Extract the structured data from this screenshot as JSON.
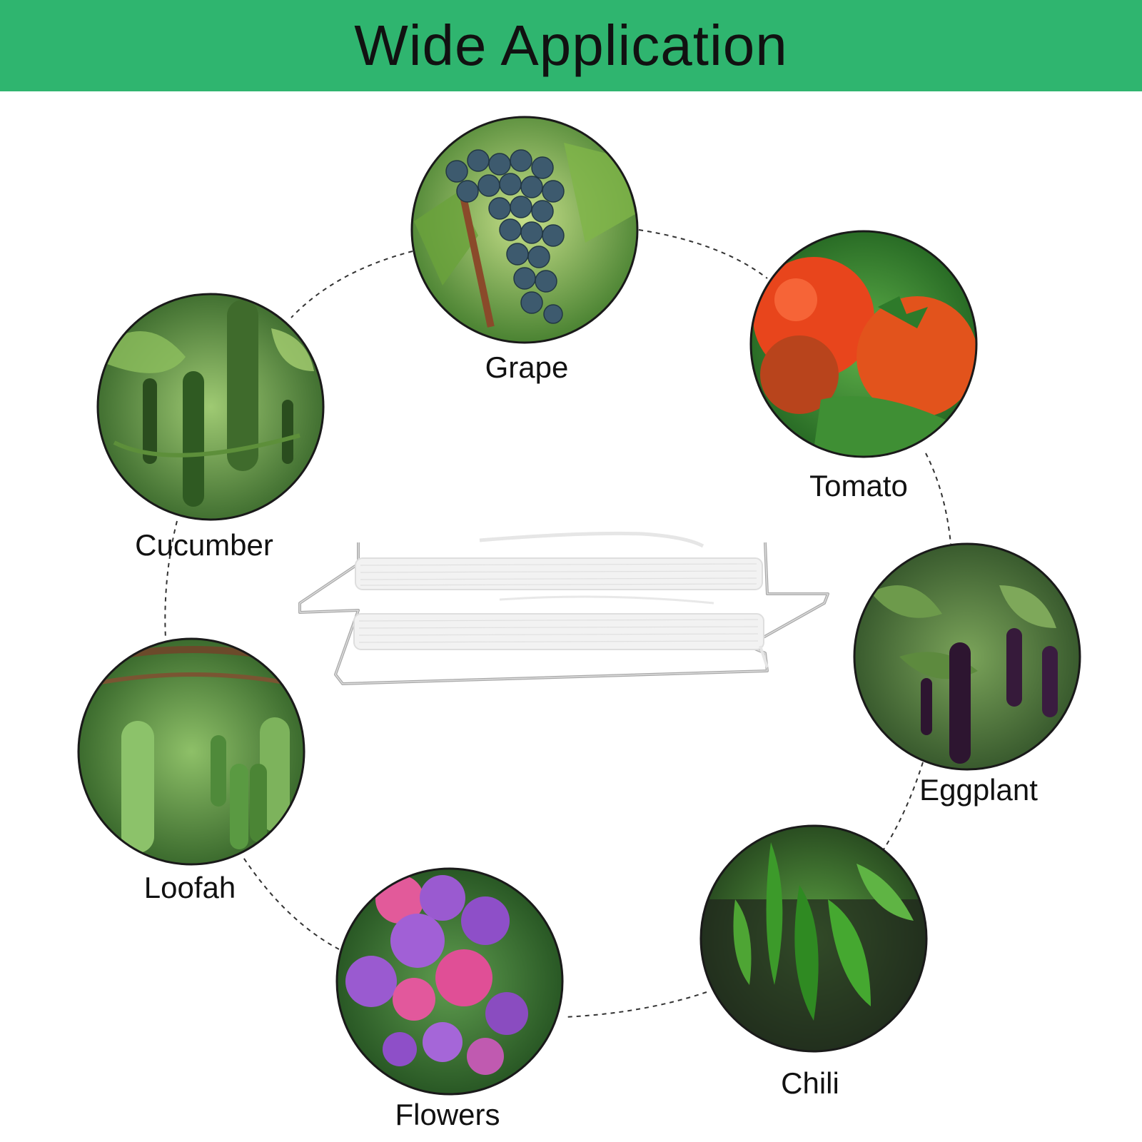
{
  "banner": {
    "title": "Wide Application",
    "color": "#2fb56f"
  },
  "center_product": {
    "icon": "garden-twine-winder-icon"
  },
  "applications": [
    {
      "label": "Grape",
      "icon": "grape-photo-icon"
    },
    {
      "label": "Tomato",
      "icon": "tomato-photo-icon"
    },
    {
      "label": "Cucumber",
      "icon": "cucumber-photo-icon"
    },
    {
      "label": "Eggplant",
      "icon": "eggplant-photo-icon"
    },
    {
      "label": "Loofah",
      "icon": "loofah-photo-icon"
    },
    {
      "label": "Chili",
      "icon": "chili-photo-icon"
    },
    {
      "label": "Flowers",
      "icon": "flowers-photo-icon"
    }
  ]
}
